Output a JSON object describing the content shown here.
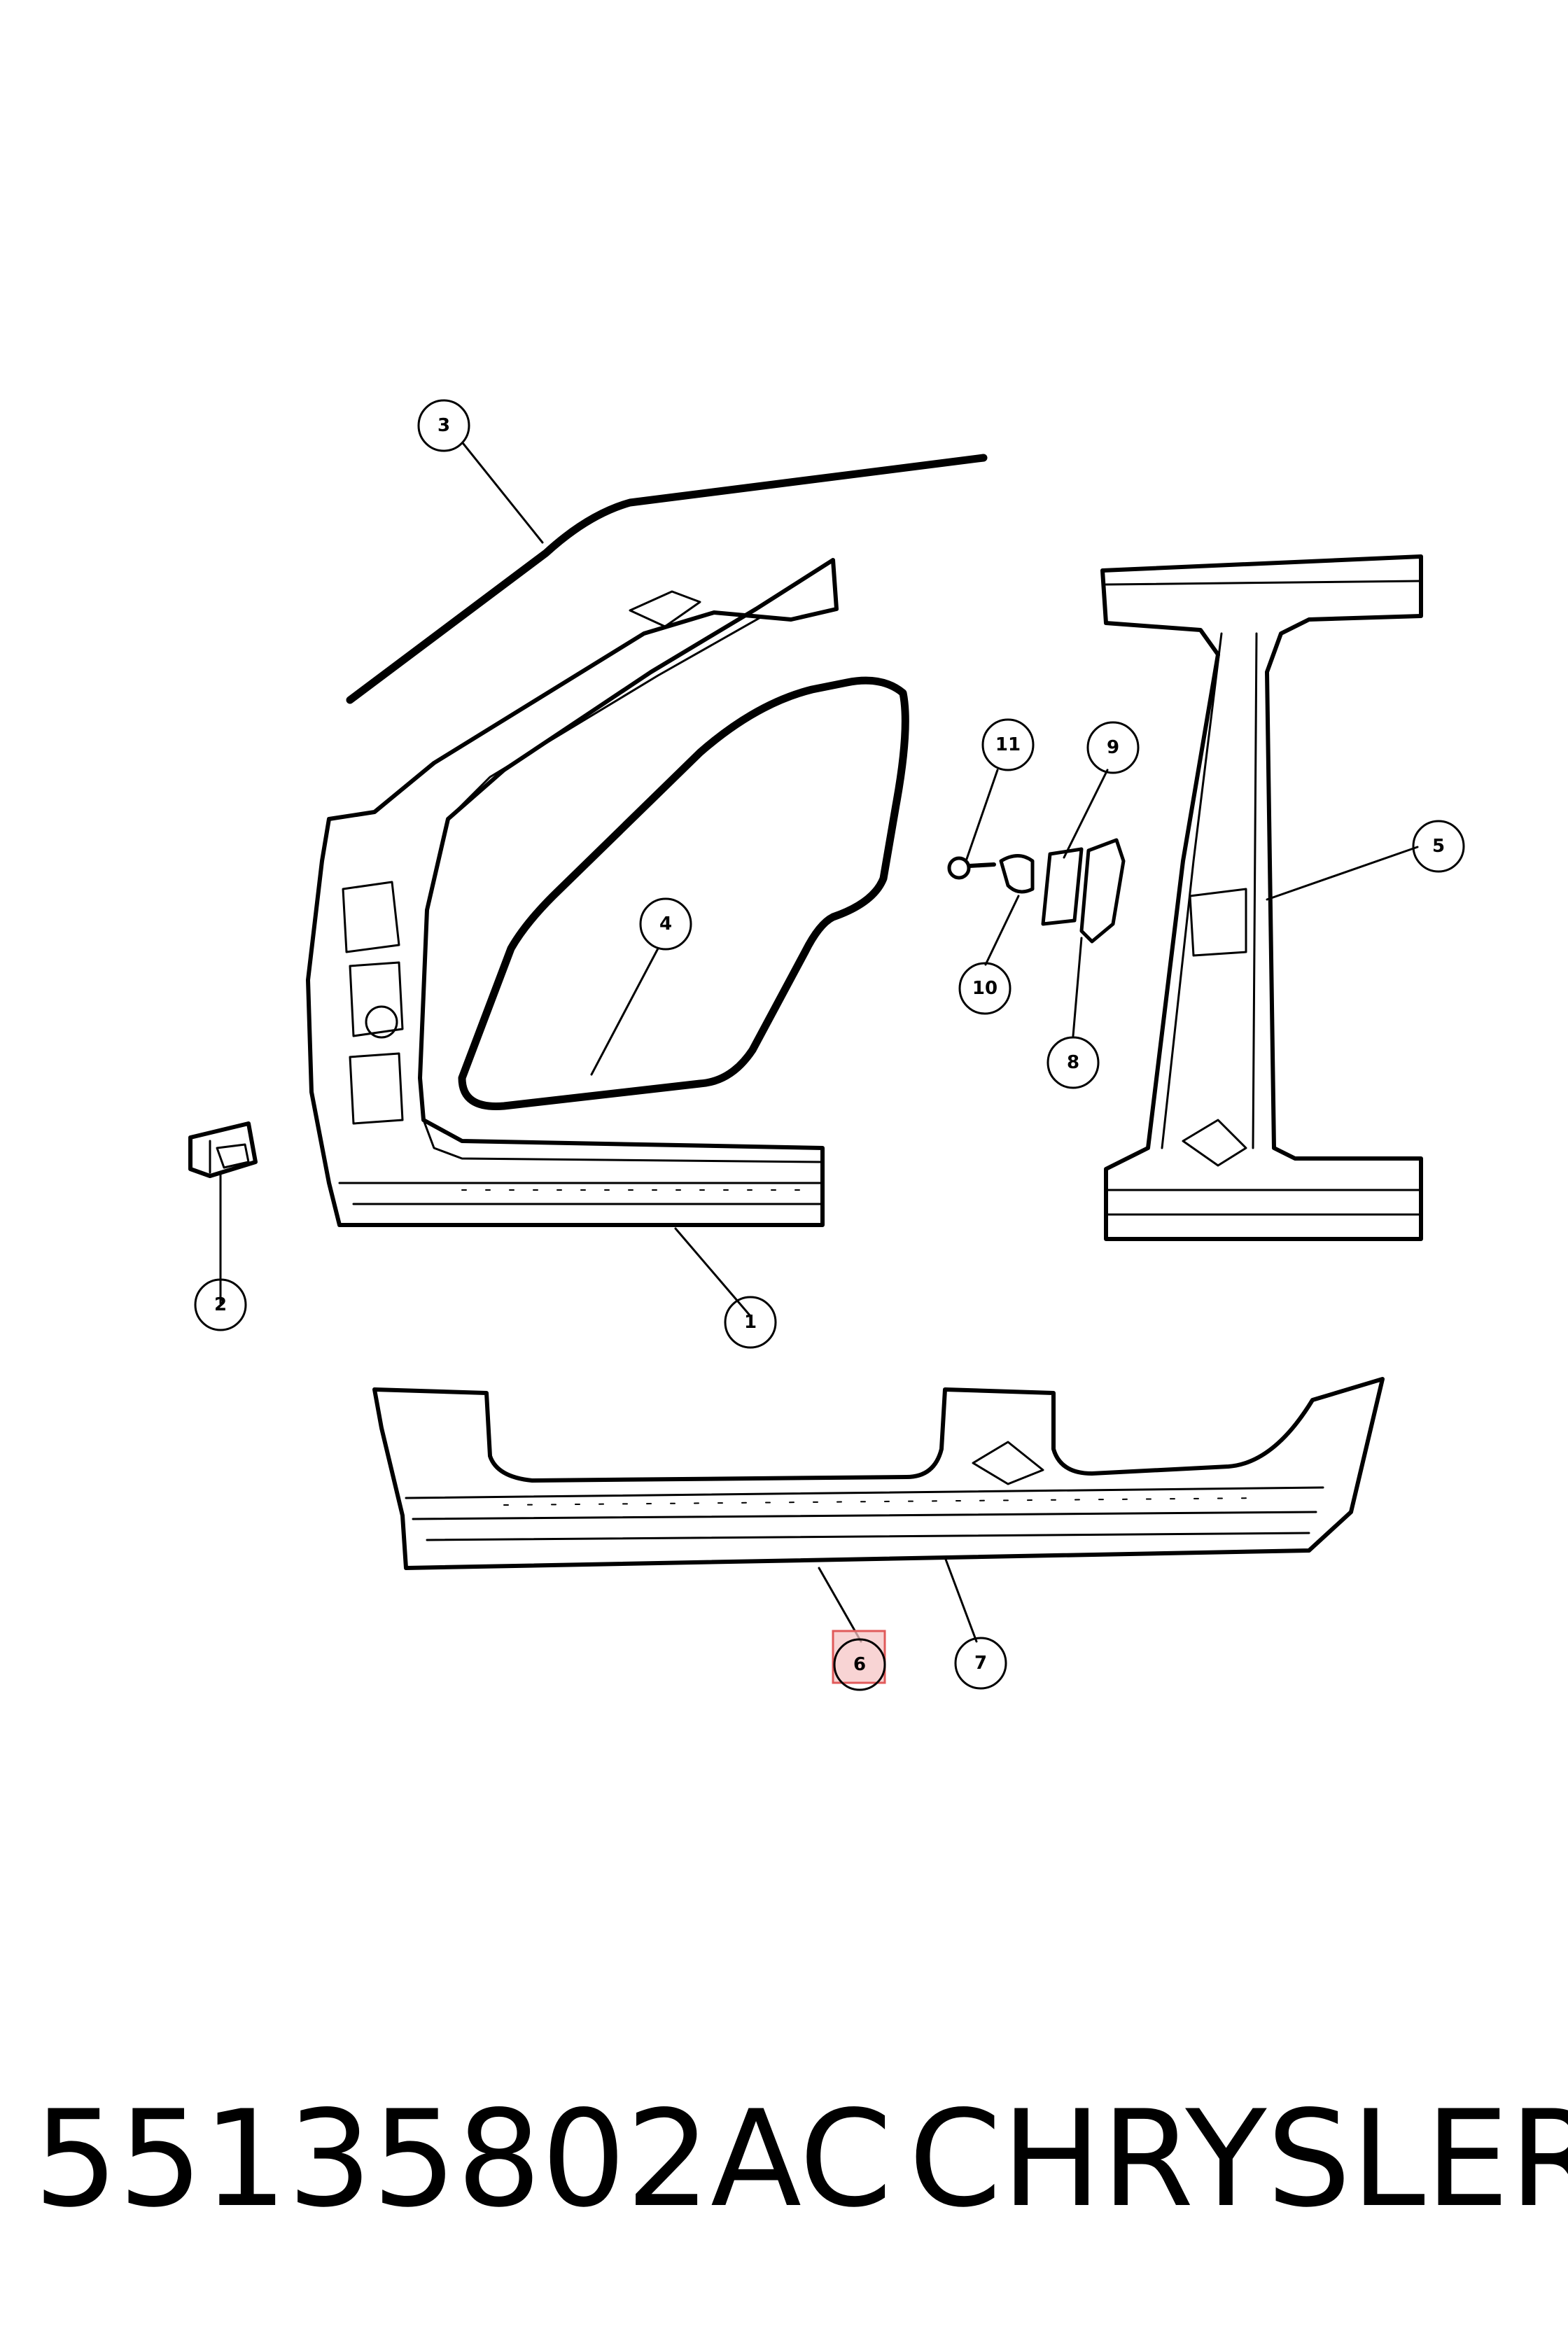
{
  "callouts": [
    "1",
    "2",
    "3",
    "4",
    "5",
    "6",
    "7",
    "8",
    "9",
    "10",
    "11"
  ],
  "highlighted_callout": "6",
  "highlight_color": "#e05a5a",
  "part_number": "55135802AC",
  "brand": "CHRYSLER"
}
